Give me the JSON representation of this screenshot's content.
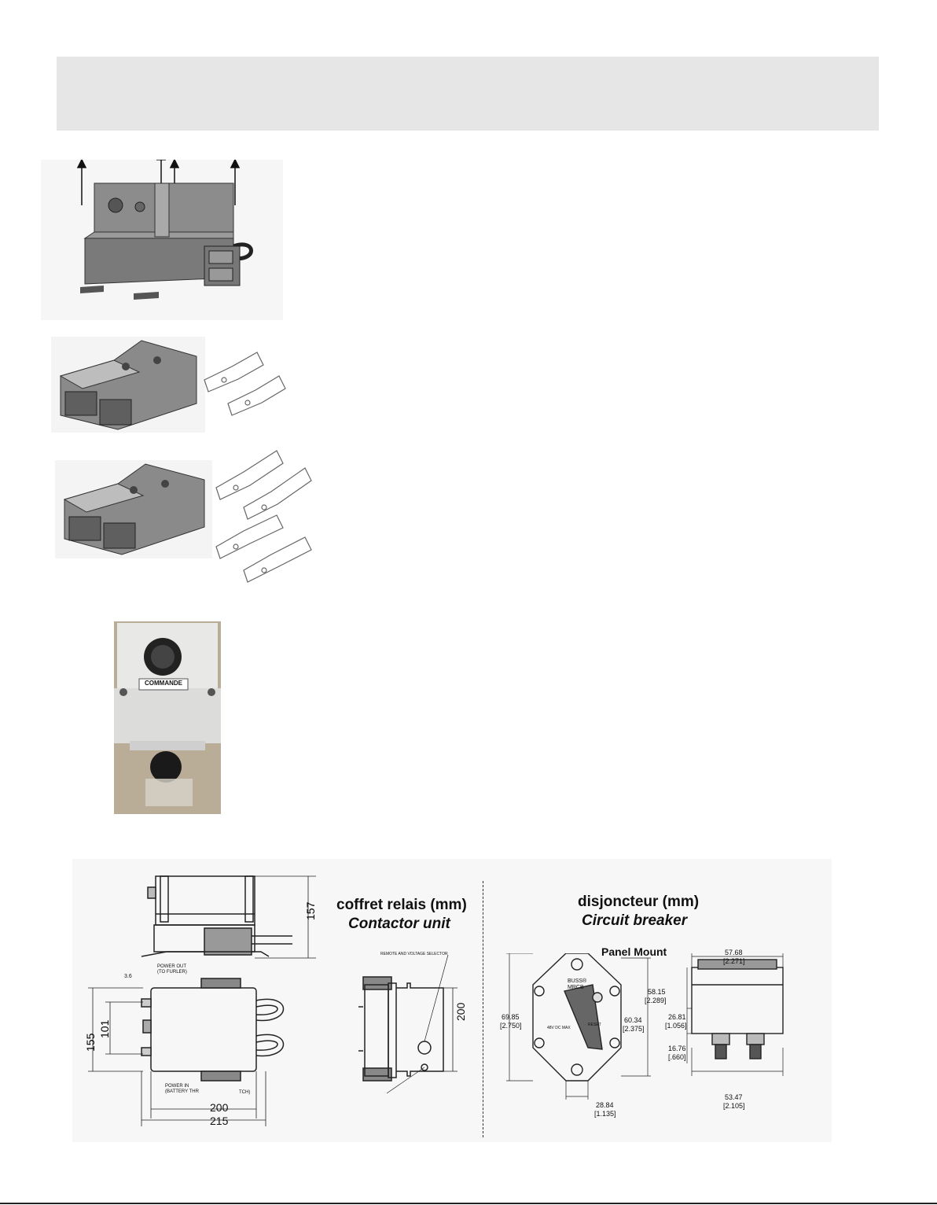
{
  "header": {
    "band_color": "#e6e6e6"
  },
  "relay_photo": {
    "label": "COMMANDE"
  },
  "dimensions": {
    "side_view": {
      "height_label": "157"
    },
    "top_view": {
      "power_out_label": "POWER OUT\n(TO FURLER)",
      "power_in_label": "POWER IN\n(BATTERY THR",
      "tch_label": "TCH)",
      "small_label": "3.6",
      "height_outer": "155",
      "height_inner": "101",
      "width_inner": "200",
      "width_outer": "215"
    },
    "contactor": {
      "title_fr": "coffret relais (mm)",
      "title_en": "Contactor unit",
      "selector_label": "REMOTE AND VOLTAGE SELECTOR",
      "height_label": "200"
    },
    "breaker": {
      "title_fr": "disjoncteur (mm)",
      "title_en": "Circuit breaker",
      "subtitle": "Panel Mount",
      "brand": "BUSS®",
      "model": "MRCB",
      "rating": "48V DC MAX",
      "reset": "RESET",
      "d1": "69.85",
      "d1_in": "[2.750]",
      "d2": "60.34",
      "d2_in": "[2.375]",
      "d3": "28.84",
      "d3_in": "[1.135]",
      "d4": "57.68",
      "d4_in": "[2.271]",
      "d5": "58.15",
      "d5_in": "[2.289]",
      "d6": "26.81",
      "d6_in": "[1.056]",
      "d7": "16.76",
      "d7_in": "[.660]",
      "d8": "53.47",
      "d8_in": "[2.105]"
    }
  }
}
